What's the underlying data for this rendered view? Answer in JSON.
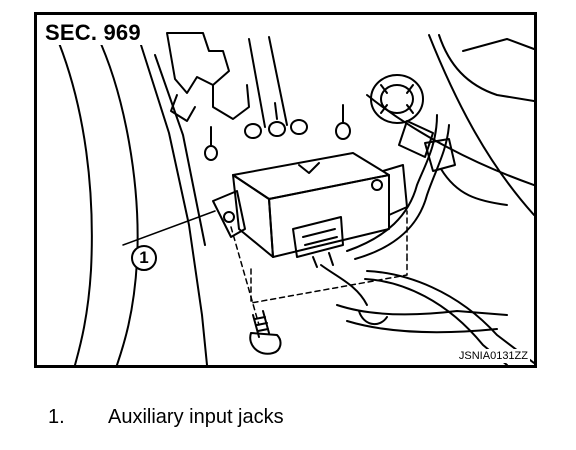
{
  "section_label": "SEC. 969",
  "figure_code": "JSNIA0131ZZ",
  "callout": {
    "number": "1"
  },
  "legend": {
    "items": [
      {
        "number": "1.",
        "text": "Auxiliary input jacks"
      }
    ]
  }
}
